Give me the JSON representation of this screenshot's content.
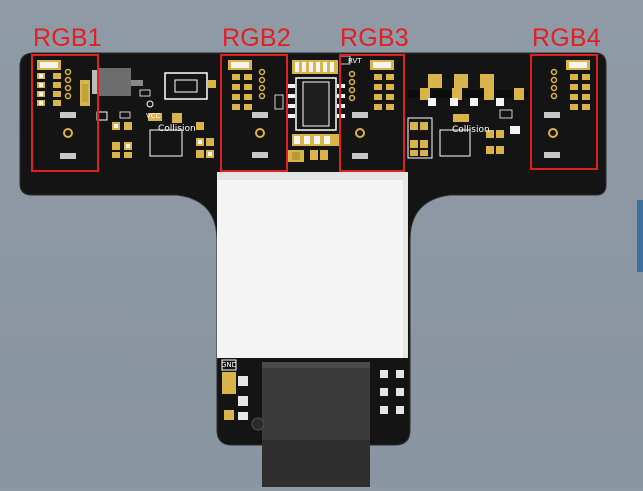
{
  "callouts": [
    {
      "label": "RGB1"
    },
    {
      "label": "RGB2"
    },
    {
      "label": "RGB3"
    },
    {
      "label": "RGB4"
    }
  ],
  "silkscreen": {
    "collision_left": "Collision",
    "collision_right": "Collision",
    "vcc": "VCC",
    "rvt": "RVT",
    "gnd": "GND"
  },
  "colors": {
    "background": "#8d98a5",
    "board": "#141414",
    "gold_pad": "#d9b44a",
    "silkscreen": "#ffffff",
    "callout": "#e02121",
    "white_area": "#f5f5f5"
  }
}
